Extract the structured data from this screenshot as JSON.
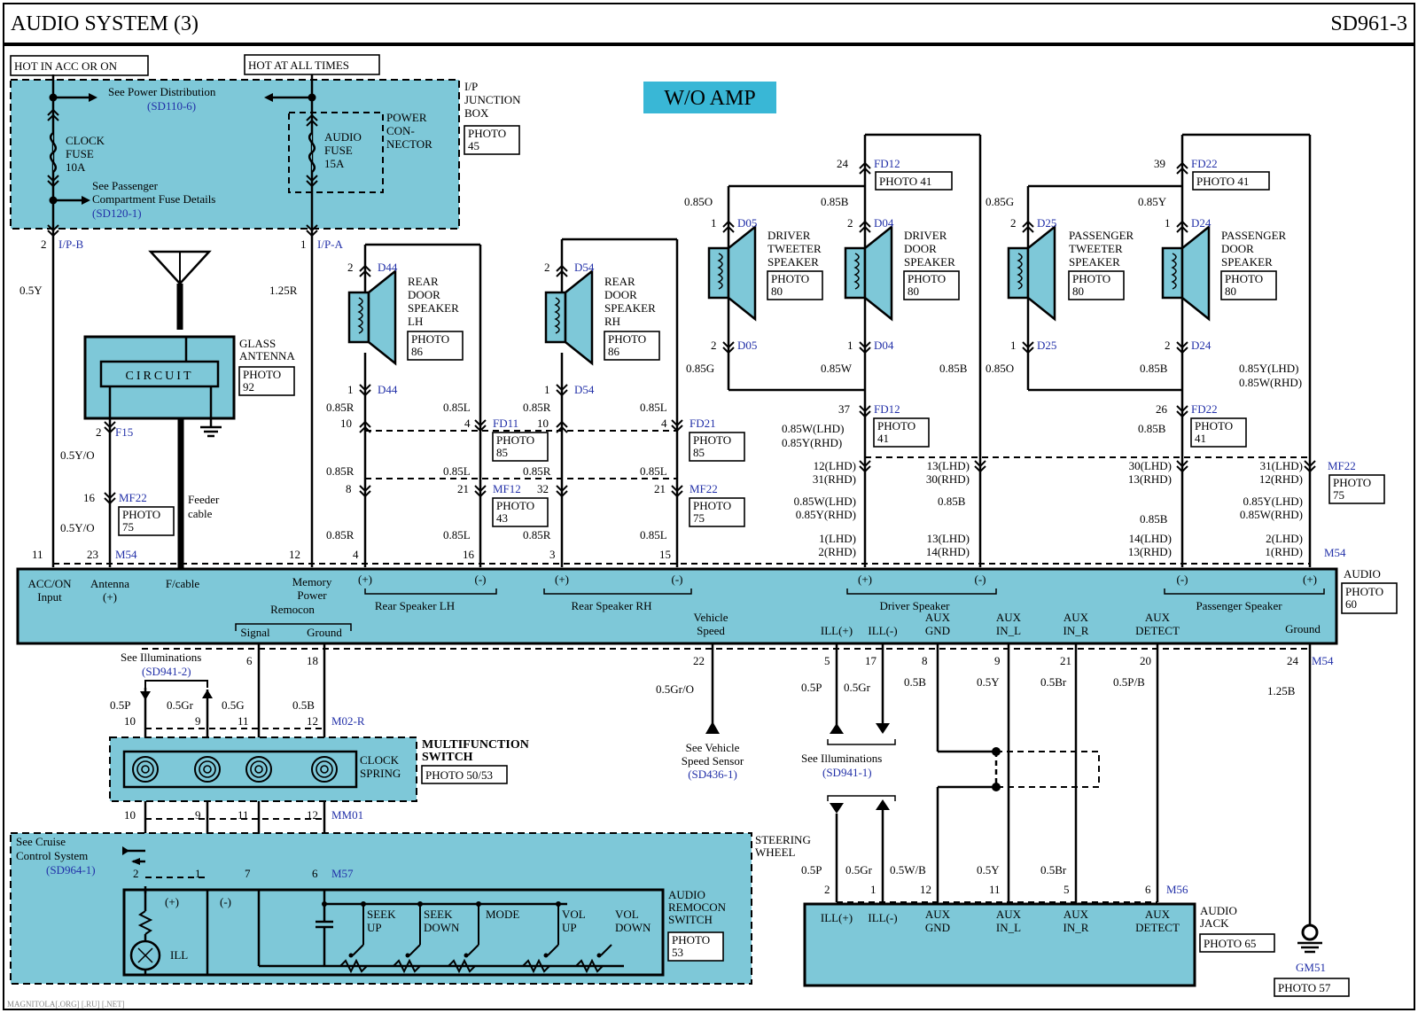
{
  "header": {
    "title": "AUDIO SYSTEM (3)",
    "code": "SD961-3"
  },
  "power": {
    "hot_acc": "HOT IN ACC OR ON",
    "hot_all": "HOT AT ALL TIMES",
    "see_power": "See Power Distribution",
    "sd110": "(SD110-6)",
    "clock_fuse": [
      "CLOCK",
      "FUSE",
      "10A"
    ],
    "audio_fuse": [
      "AUDIO",
      "FUSE",
      "15A"
    ],
    "see_pass_1": "See Passenger",
    "see_pass_2": "Compartment Fuse Details",
    "sd120": "(SD120-1)",
    "power_connector": [
      "POWER",
      "CON-",
      "NECTOR"
    ],
    "ip_box": [
      "I/P",
      "JUNCTION",
      "BOX"
    ],
    "ip_photo": [
      "PHOTO",
      "45"
    ],
    "ipb_pin": "2",
    "ipb": "I/P-B",
    "ipa_pin": "1",
    "ipa": "I/P-A",
    "wire_05y": "0.5Y",
    "wire_125r": "1.25R"
  },
  "wo_amp": "W/O AMP",
  "antenna": {
    "circuit": "CIRCUIT",
    "label": [
      "GLASS",
      "ANTENNA"
    ],
    "photo": [
      "PHOTO",
      "92"
    ],
    "pin_f15": "2",
    "f15": "F15",
    "wire_a": "0.5Y/O",
    "pin_mf22": "16",
    "mf22": "MF22",
    "photo75": [
      "PHOTO",
      "75"
    ],
    "wire_b": "0.5Y/O",
    "feeder": [
      "Feeder",
      "cable"
    ]
  },
  "rear_lh": {
    "name": [
      "REAR",
      "DOOR",
      "SPEAKER",
      "LH"
    ],
    "photo": [
      "PHOTO",
      "86"
    ],
    "pin_top": "2",
    "cid": "D44",
    "pin_bot": "1",
    "cid_b": "D44"
  },
  "rear_rh": {
    "name": [
      "REAR",
      "DOOR",
      "SPEAKER",
      "RH"
    ],
    "photo": [
      "PHOTO",
      "86"
    ],
    "pin_top": "2",
    "cid": "D54",
    "pin_bot": "1",
    "cid_b": "D54"
  },
  "rear_conn": {
    "fd11": "FD11",
    "fd11_photo": [
      "PHOTO",
      "85"
    ],
    "mf12": "MF12",
    "mf12_photo": [
      "PHOTO",
      "43"
    ],
    "fd21": "FD21",
    "fd21_photo": [
      "PHOTO",
      "85"
    ],
    "mf22": "MF22",
    "mf22_photo": [
      "PHOTO",
      "75"
    ],
    "lh_w1": "0.85R",
    "lh_w2": "0.85L",
    "lh_w3": "0.85R",
    "lh_w4": "0.85L",
    "lh_w5": "0.85R",
    "lh_w6": "0.85L",
    "rh_w1": "0.85R",
    "rh_w2": "0.85L",
    "rh_w3": "0.85R",
    "rh_w4": "0.85L",
    "rh_w5": "0.85R",
    "rh_w6": "0.85L",
    "p10a": "10",
    "p4a": "4",
    "p8": "8",
    "p21a": "21",
    "p4b": "4",
    "p16": "16",
    "p10b": "10",
    "p4c": "4",
    "p32": "32",
    "p21b": "21",
    "p3": "3",
    "p15": "15"
  },
  "front": {
    "fd12": "FD12",
    "fd12_pin": "24",
    "fd12_photo": "PHOTO 41",
    "fd22": "FD22",
    "fd22_pin": "39",
    "fd22_photo": "PHOTO 41",
    "d05": "D05",
    "d04": "D04",
    "d25": "D25",
    "d24": "D24",
    "drv_tw": [
      "DRIVER",
      "TWEETER",
      "SPEAKER"
    ],
    "drv_tw_photo": [
      "PHOTO",
      "80"
    ],
    "drv_dr": [
      "DRIVER",
      "DOOR",
      "SPEAKER"
    ],
    "drv_dr_photo": [
      "PHOTO",
      "80"
    ],
    "pas_tw": [
      "PASSENGER",
      "TWEETER",
      "SPEAKER"
    ],
    "pas_tw_photo": [
      "PHOTO",
      "80"
    ],
    "pas_dr": [
      "PASSENGER",
      "DOOR",
      "SPEAKER"
    ],
    "pas_dr_photo": [
      "PHOTO",
      "80"
    ],
    "w085o": "0.85O",
    "w085b": "0.85B",
    "w085g": "0.85G",
    "w085y": "0.85Y",
    "w085g2": "0.85G",
    "w085w": "0.85W",
    "w085b2": "0.85B",
    "w085o2": "0.85O",
    "w085b3": "0.85B",
    "w_ylhd": "0.85Y(LHD)",
    "w_wrhd": "0.85W(RHD)",
    "fd12b_pin": "37",
    "fd12b": "FD12",
    "fd12b_photo": [
      "PHOTO",
      "41"
    ],
    "fd22b_pin": "26",
    "fd22b": "FD22",
    "fd22b_photo": [
      "PHOTO",
      "41"
    ],
    "w_wlhd": "0.85W(LHD)",
    "w_yrhd": "0.85Y(RHD)",
    "w085b4": "0.85B",
    "p12lhd": "12(LHD)",
    "p31rhd": "31(RHD)",
    "p13lhd": "13(LHD)",
    "p30rhd": "30(RHD)",
    "p30lhd": "30(LHD)",
    "p13rhd": "13(RHD)",
    "p31lhd": "31(LHD)",
    "p12rhd": "12(RHD)",
    "mf22": "MF22",
    "mf22_photo": [
      "PHOTO",
      "75"
    ],
    "w_wlhd2": "0.85W(LHD)",
    "w_yrhd2": "0.85Y(RHD)",
    "w085b5": "0.85B",
    "w_ylhd2": "0.85Y(LHD)",
    "w_wrhd2": "0.85W(RHD)",
    "w085b6": "0.85B",
    "p1lhd": "1(LHD)",
    "p2rhd": "2(RHD)",
    "p13lhd2": "13(LHD)",
    "p14rhd": "14(RHD)",
    "p14lhd": "14(LHD)",
    "p13rhd2": "13(RHD)",
    "p2lhd": "2(LHD)",
    "p1rhd": "1(RHD)",
    "m54": "M54"
  },
  "unit": {
    "p11": "11",
    "p23": "23",
    "m54": "M54",
    "p12": "12",
    "acc_on": [
      "ACC/ON",
      "Input"
    ],
    "antenna": [
      "Antenna",
      "(+)"
    ],
    "fcable": "F/cable",
    "memory": [
      "Memory",
      "Power"
    ],
    "remocon": "Remocon",
    "signal": "Signal",
    "ground_rc": "Ground",
    "rear_lh": "Rear Speaker LH",
    "rear_rh": "Rear Speaker RH",
    "plus": "(+)",
    "minus": "(-)",
    "vehicle_speed": [
      "Vehicle",
      "Speed"
    ],
    "ill_p": "ILL(+)",
    "ill_m": "ILL(-)",
    "driver_sp": "Driver Speaker",
    "aux_gnd": [
      "AUX",
      "GND"
    ],
    "aux_inl": [
      "AUX",
      "IN_L"
    ],
    "aux_inr": [
      "AUX",
      "IN_R"
    ],
    "aux_det": [
      "AUX",
      "DETECT"
    ],
    "pass_sp": "Passenger Speaker",
    "ground": "Ground",
    "label": "AUDIO",
    "photo": [
      "PHOTO",
      "60"
    ]
  },
  "lower": {
    "p6": "6",
    "p18": "18",
    "p22": "22",
    "p5": "5",
    "p17": "17",
    "p8": "8",
    "p9": "9",
    "p21": "21",
    "p20": "20",
    "p24": "24",
    "m54": "M54",
    "see_ill": "See Illuminations",
    "sd941_2": "(SD941-2)",
    "w05p": "0.5P",
    "w05gr": "0.5Gr",
    "w05g": "0.5G",
    "w05b": "0.5B",
    "p10": "10",
    "p9b": "9",
    "p11": "11",
    "p12": "12",
    "m02r": "M02-R",
    "w05gro": "0.5Gr/O",
    "see_vss": [
      "See Vehicle",
      "Speed Sensor"
    ],
    "sd436": "(SD436-1)",
    "w05p2": "0.5P",
    "w05gr2": "0.5Gr",
    "w05b2": "0.5B",
    "w05y": "0.5Y",
    "w05br": "0.5Br",
    "w05pb": "0.5P/B",
    "w125b": "1.25B",
    "see_ill2": "See Illuminations",
    "sd941_1": "(SD941-1)"
  },
  "mfs": {
    "title": [
      "MULTIFUNCTION",
      "SWITCH"
    ],
    "clock_spring": [
      "CLOCK",
      "SPRING"
    ],
    "photo": "PHOTO 50/53",
    "p10": "10",
    "p9": "9",
    "p11": "11",
    "p12": "12",
    "mm01": "MM01"
  },
  "remocon": {
    "see_cruise": [
      "See Cruise",
      "Control System"
    ],
    "sd964": "(SD964-1)",
    "steering": [
      "STEERING",
      "WHEEL"
    ],
    "p2": "2",
    "p1": "1",
    "p7": "7",
    "p6": "6",
    "m57": "M57",
    "plus": "(+)",
    "minus": "(-)",
    "ill": "ILL",
    "seek_up": [
      "SEEK",
      "UP"
    ],
    "seek_down": [
      "SEEK",
      "DOWN"
    ],
    "mode": "MODE",
    "vol_up": [
      "VOL",
      "UP"
    ],
    "vol_down": [
      "VOL",
      "DOWN"
    ],
    "label": [
      "AUDIO",
      "REMOCON",
      "SWITCH"
    ],
    "photo": [
      "PHOTO",
      "53"
    ]
  },
  "jack": {
    "p2": "2",
    "p1": "1",
    "p12": "12",
    "p11": "11",
    "p5": "5",
    "p6": "6",
    "m56": "M56",
    "w05p": "0.5P",
    "w05gr": "0.5Gr",
    "w05wb": "0.5W/B",
    "w05y": "0.5Y",
    "w05br": "0.5Br",
    "ill_p": "ILL(+)",
    "ill_m": "ILL(-)",
    "aux_gnd": [
      "AUX",
      "GND"
    ],
    "aux_inl": [
      "AUX",
      "IN_L"
    ],
    "aux_inr": [
      "AUX",
      "IN_R"
    ],
    "aux_det": [
      "AUX",
      "DETECT"
    ],
    "label": [
      "AUDIO",
      "JACK"
    ],
    "photo": "PHOTO 65"
  },
  "ground": {
    "gm51": "GM51",
    "photo": "PHOTO 57"
  },
  "footer": {
    "watermark": "MAGNITOLA[.ORG] [.RU] [.NET]"
  }
}
